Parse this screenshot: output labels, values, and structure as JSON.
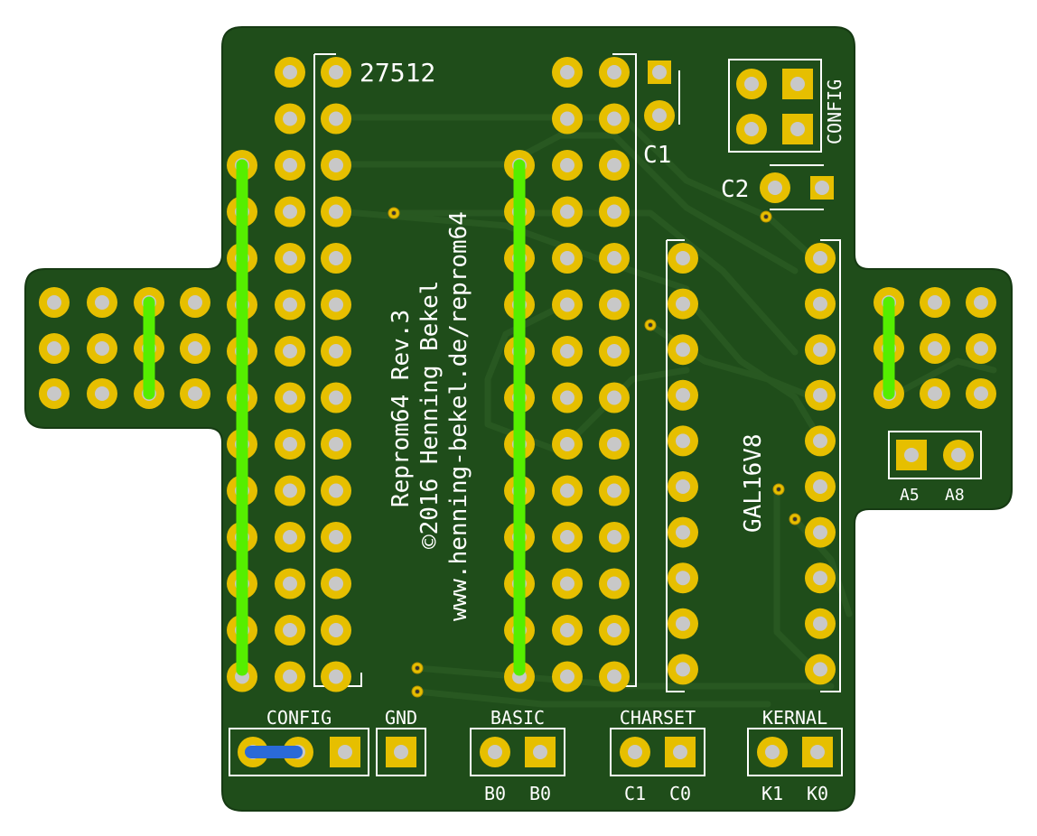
{
  "board": {
    "chip_label": "27512",
    "gal_label": "GAL16V8",
    "credit_lines": [
      "Reprom64 Rev.3",
      "©2016 Henning Bekel",
      "www.henning-bekel.de/reprom64"
    ],
    "cap1_label": "C1",
    "cap2_label": "C2",
    "config_right_label": "CONFIG",
    "a5_label": "A5",
    "a8_label": "A8"
  },
  "jumpers": [
    {
      "title": "CONFIG",
      "pins": []
    },
    {
      "title": "GND",
      "pins": []
    },
    {
      "title": "BASIC",
      "pins": [
        "B0",
        "B0"
      ]
    },
    {
      "title": "CHARSET",
      "pins": [
        "C1",
        "C0"
      ]
    },
    {
      "title": "KERNAL",
      "pins": [
        "K1",
        "K0"
      ]
    }
  ],
  "colors": {
    "pcb": "#1f4d1a",
    "pad": "#e6bf00",
    "pad_hole": "#c8c8c8",
    "silkscreen": "#ffffff",
    "trace": "#244f1e",
    "wire_green": "#55ee00",
    "wire_blue": "#2a6ad8"
  }
}
